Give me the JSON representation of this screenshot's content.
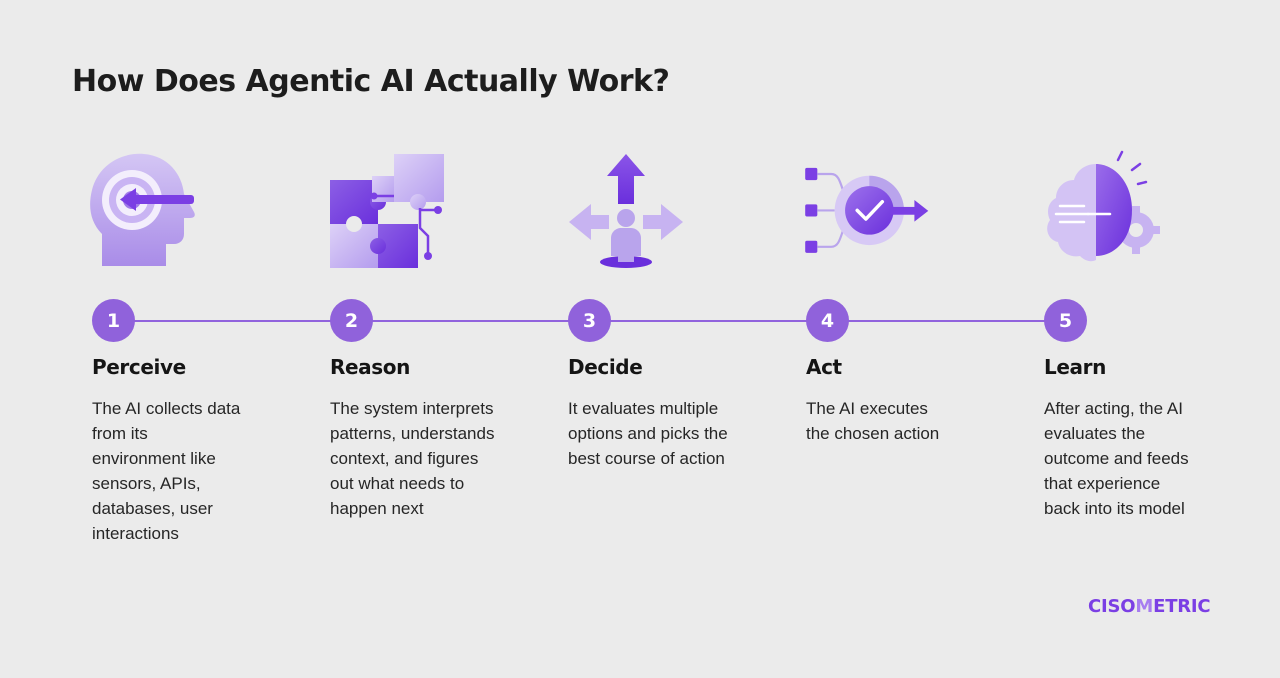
{
  "title": "How Does Agentic AI Actually Work?",
  "steps": [
    {
      "number": "1",
      "title": "Perceive",
      "description": "The AI collects data from its environment like sensors, APIs, databases, user interactions",
      "icon": "head-target-icon"
    },
    {
      "number": "2",
      "title": "Reason",
      "description": "The system interprets patterns, understands context, and figures out what needs to happen next",
      "icon": "puzzle-icon"
    },
    {
      "number": "3",
      "title": "Decide",
      "description": "It evaluates multiple options and picks the best course of action",
      "icon": "person-arrows-icon"
    },
    {
      "number": "4",
      "title": "Act",
      "description": "The AI executes the chosen action",
      "icon": "check-flow-icon"
    },
    {
      "number": "5",
      "title": "Learn",
      "description": "After acting, the AI evaluates the outcome and feeds that experience back into its model",
      "icon": "brain-gear-icon"
    }
  ],
  "logo": {
    "part1": "CISO",
    "part2": "M",
    "part3": "ETRIC"
  },
  "colors": {
    "primary": "#7b3fe4",
    "light": "#b9a4ec",
    "circle": "#9062db",
    "background": "#ebebeb"
  }
}
